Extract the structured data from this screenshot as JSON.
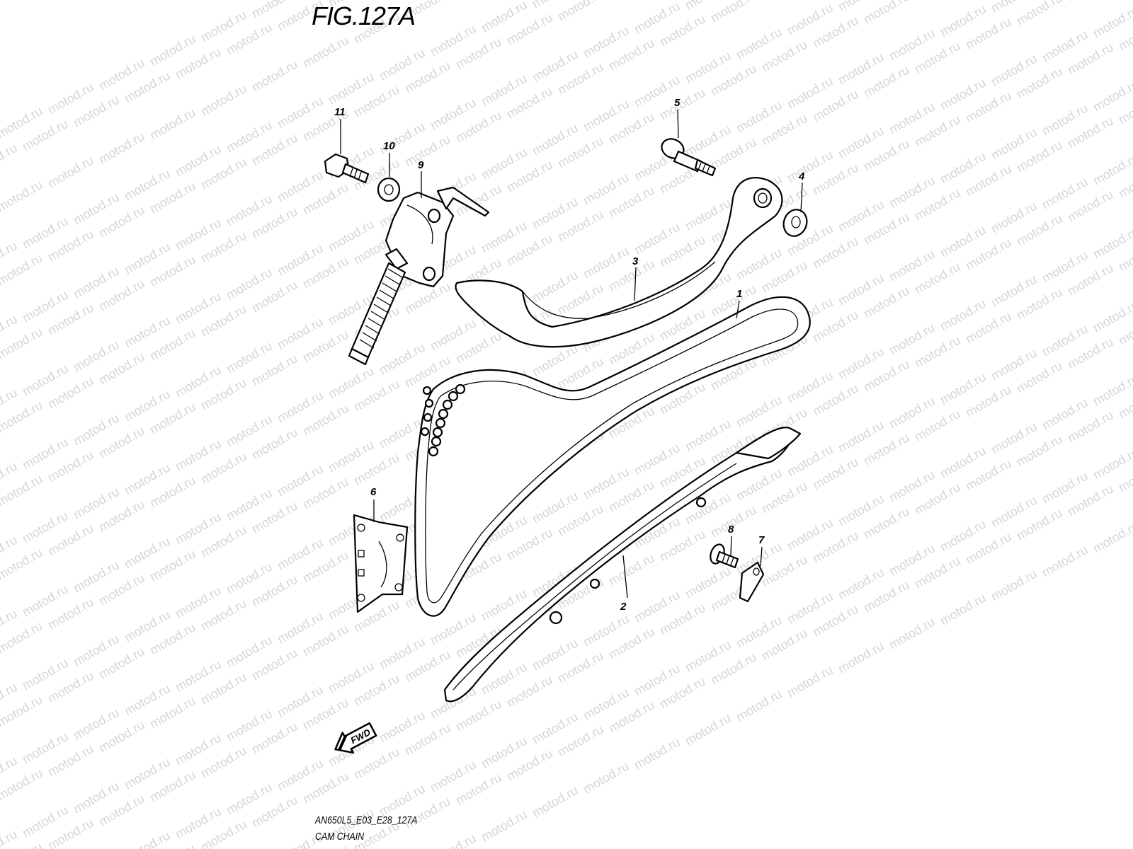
{
  "figure": {
    "title": "FIG.127A",
    "code": "AN650L5_E03_E28_127A",
    "caption": "CAM CHAIN",
    "watermark": "motod.ru"
  },
  "callouts": {
    "p1": "1",
    "p2": "2",
    "p3": "3",
    "p4": "4",
    "p5": "5",
    "p6": "6",
    "p7": "7",
    "p8": "8",
    "p9": "9",
    "p10": "10",
    "p11": "11"
  },
  "direction_arrow": {
    "label": "FWD"
  }
}
